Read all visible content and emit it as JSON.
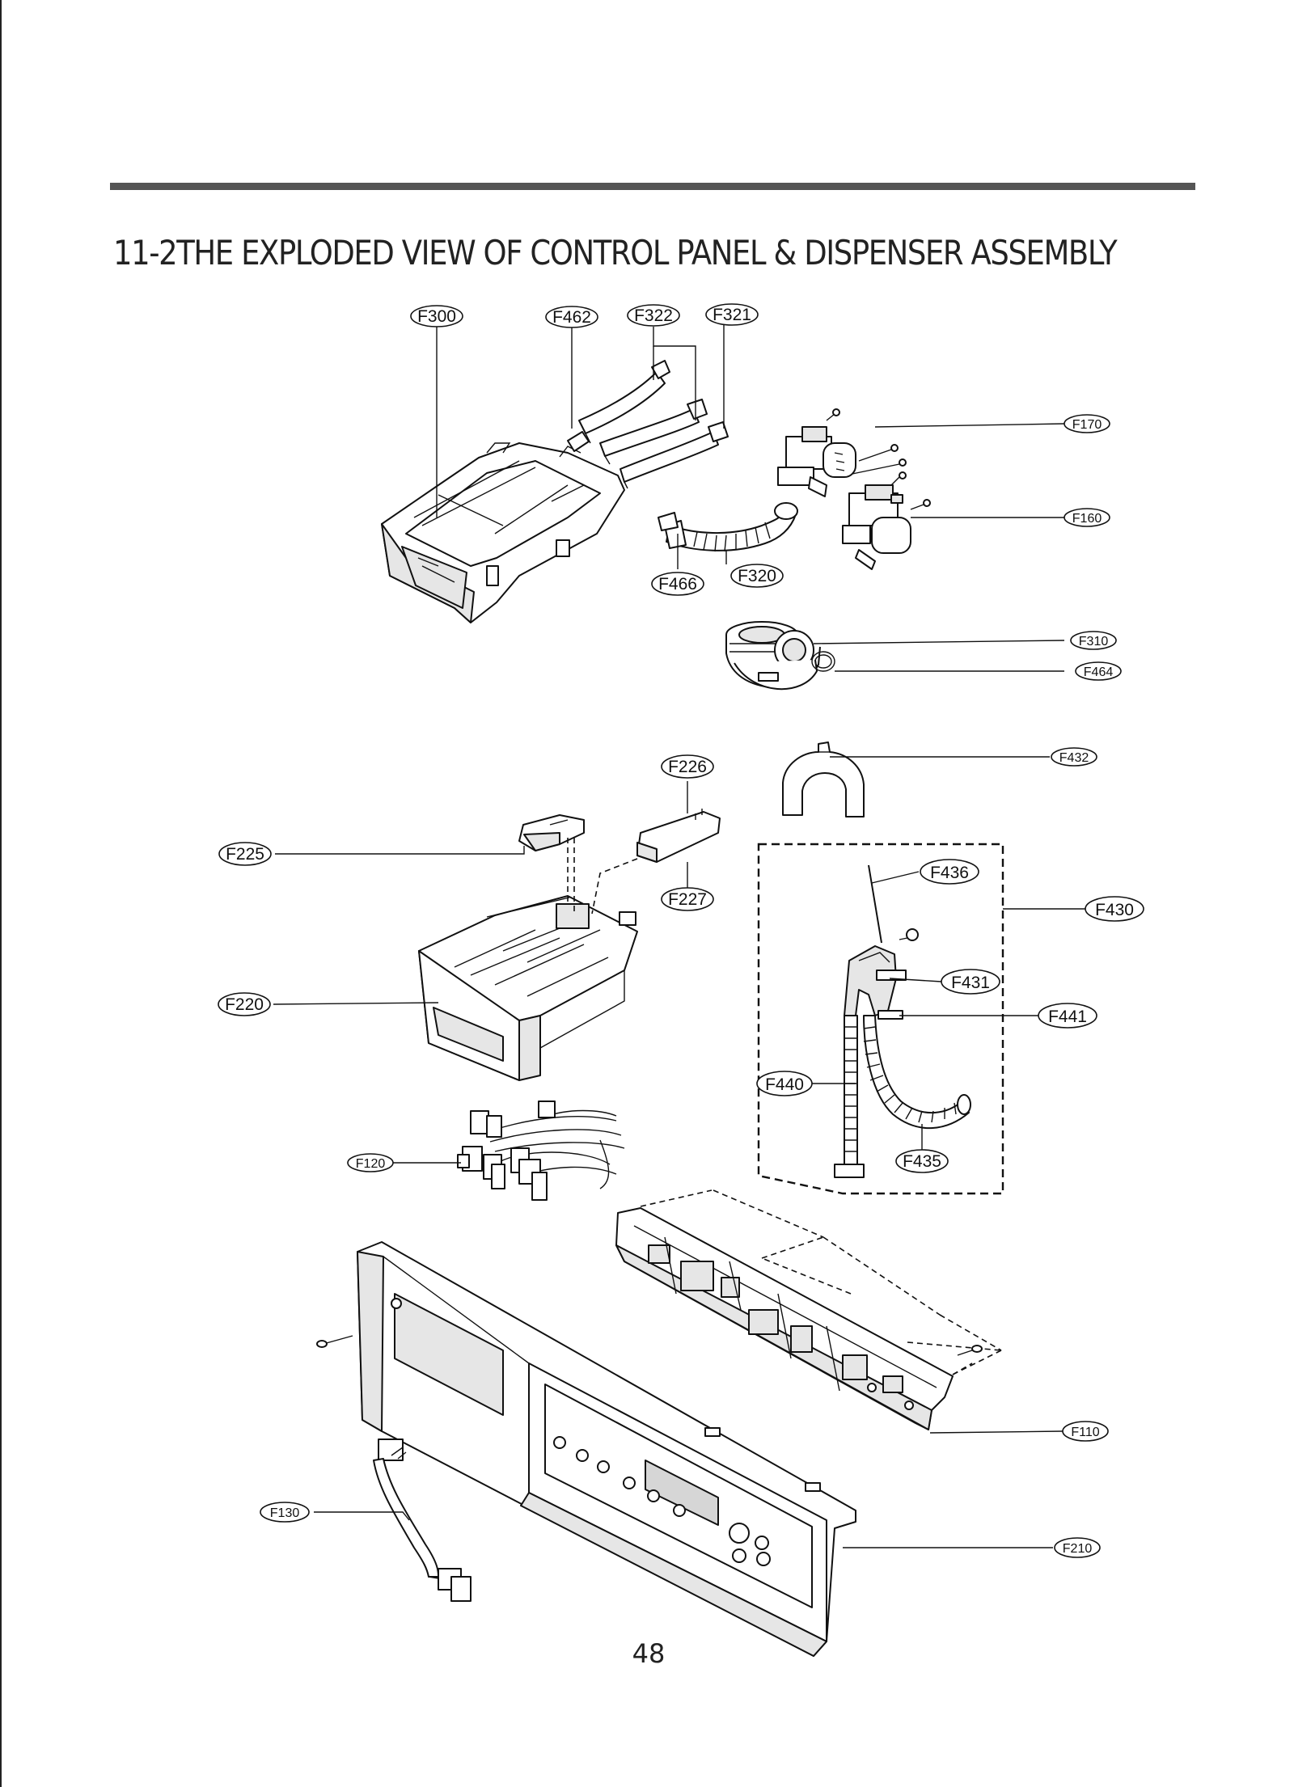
{
  "page": {
    "title": "11-2THE EXPLODED VIEW OF CONTROL PANEL & DISPENSER ASSEMBLY",
    "page_number": "48"
  },
  "callouts": {
    "f300": "F300",
    "f462": "F462",
    "f322": "F322",
    "f321": "F321",
    "f170": "F170",
    "f160": "F160",
    "f466": "F466",
    "f320": "F320",
    "f310": "F310",
    "f464": "F464",
    "f432": "F432",
    "f226": "F226",
    "f225": "F225",
    "f227": "F227",
    "f436": "F436",
    "f430": "F430",
    "f431": "F431",
    "f441": "F441",
    "f220": "F220",
    "f440": "F440",
    "f120": "F120",
    "f435": "F435",
    "f110": "F110",
    "f130": "F130",
    "f210": "F210"
  },
  "parts": [
    "dispenser-housing-icon",
    "inlet-hose-icon",
    "water-valve-icon",
    "bellows-hose-icon",
    "drain-pump-icon",
    "hose-hanger-icon",
    "dispenser-drawer-icon",
    "drain-hose-assembly-icon",
    "wire-harness-icon",
    "pcb-assembly-icon",
    "control-panel-icon"
  ]
}
